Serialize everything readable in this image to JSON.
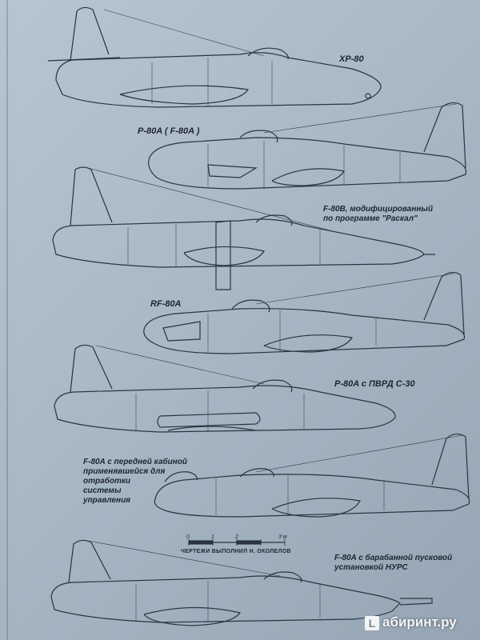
{
  "labels": {
    "xp80": "XP-80",
    "p80a": "P-80A ( F-80A )",
    "f80b": "F-80B, модифицированный\nпо программе \"Раскал\"",
    "rf80a": "RF-80A",
    "p80a_pvrd": "P-80A  с ПВРД  С-30",
    "f80a_cockpit": "F-80A  с передней кабиной\nприменявшейся для\nотработки\nсистемы\nуправления",
    "f80a_nurs": "F-80A с барабанной пусковой\nустановкой НУРС"
  },
  "scale": {
    "title": "ЧЕРТЕЖИ ВЫПОЛНИЛ  Н. ОКОЛЕЛОВ",
    "ticks": [
      "0",
      "1",
      "2",
      "3 м"
    ]
  },
  "watermark": {
    "badge": "L",
    "text": "абиринт.ру"
  },
  "colors": {
    "paper": "#b7c5d1",
    "ink": "#2a3440"
  }
}
